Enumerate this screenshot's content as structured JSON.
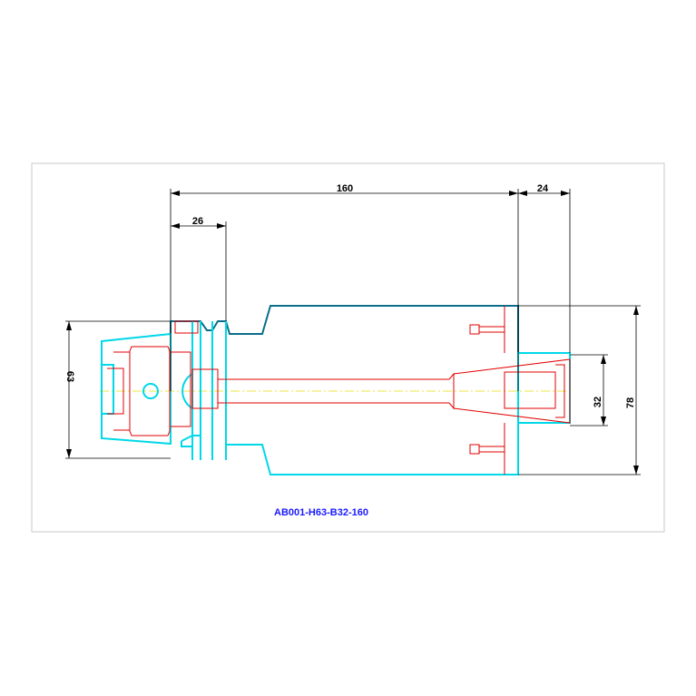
{
  "drawing": {
    "part_label": "AB001-H63-B32-160",
    "dimensions": {
      "overall_length": "160",
      "flange_length": "26",
      "extension": "24",
      "left_diameter": "63",
      "bore": "32",
      "right_diameter": "78"
    },
    "colors": {
      "outline": "#00d8e8",
      "body": "#0a6e8a",
      "detail": "#e00000",
      "dimension": "#000000",
      "centerline": "#e8e000",
      "label": "#1a1aff"
    }
  }
}
